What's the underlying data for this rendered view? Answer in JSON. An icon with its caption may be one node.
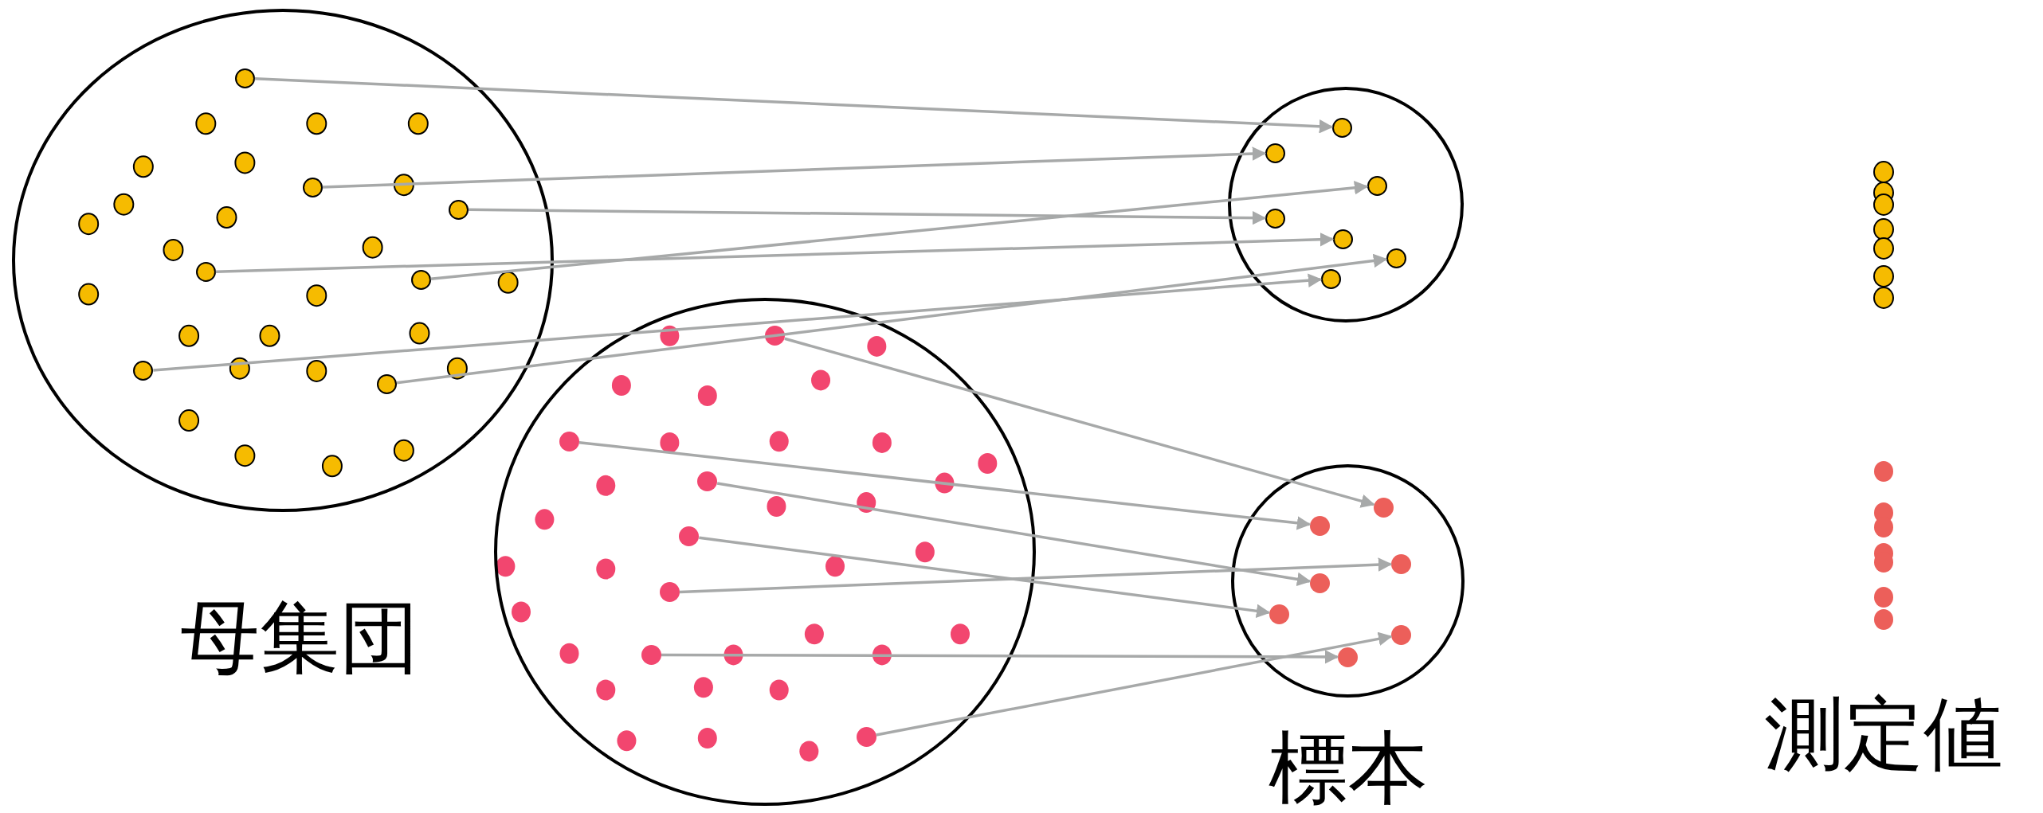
{
  "diagram": {
    "nodes": [
      {
        "text": [],
        "shape": "ellipse"
      },
      {
        "text": [],
        "shape": "circle",
        "in": 0
      },
      {
        "text": [],
        "shape": "circle",
        "in": 0
      },
      {
        "text": [],
        "shape": "circle",
        "in": 0
      },
      {
        "text": [],
        "shape": "circle",
        "in": 0
      },
      {
        "text": [],
        "shape": "circle",
        "in": 0
      },
      {
        "text": [],
        "shape": "circle",
        "in": 0
      },
      {
        "text": [],
        "shape": "circle",
        "in": 0
      },
      {
        "text": [],
        "shape": "circle"
      },
      {
        "text": [],
        "shape": "circle",
        "in": 8
      },
      {
        "text": [],
        "shape": "circle",
        "in": 8
      },
      {
        "text": [],
        "shape": "circle",
        "in": 8
      },
      {
        "text": [],
        "shape": "circle",
        "in": 8
      },
      {
        "text": [],
        "shape": "circle",
        "in": 8
      },
      {
        "text": [],
        "shape": "circle",
        "in": 8
      },
      {
        "text": [],
        "shape": "circle",
        "in": 8
      },
      {
        "text": [],
        "shape": "ellipse"
      },
      {
        "text": [],
        "shape": "circle",
        "in": 16
      },
      {
        "text": [],
        "shape": "circle",
        "in": 16
      },
      {
        "text": [],
        "shape": "circle",
        "in": 16
      },
      {
        "text": [],
        "shape": "circle",
        "in": 16
      },
      {
        "text": [],
        "shape": "circle",
        "in": 16
      },
      {
        "text": [],
        "shape": "circle",
        "in": 16
      },
      {
        "text": [],
        "shape": "circle",
        "in": 16
      },
      {
        "text": [],
        "shape": "circle"
      },
      {
        "text": [],
        "shape": "circle",
        "in": 24
      },
      {
        "text": [],
        "shape": "circle",
        "in": 24
      },
      {
        "text": [],
        "shape": "circle",
        "in": 24
      },
      {
        "text": [],
        "shape": "circle",
        "in": 24
      },
      {
        "text": [],
        "shape": "circle",
        "in": 24
      },
      {
        "text": [],
        "shape": "circle",
        "in": 24
      },
      {
        "text": [],
        "shape": "circle",
        "in": 24
      }
    ],
    "edges": [
      {
        "from": 1,
        "to": 9,
        "arrow": "to"
      },
      {
        "from": 2,
        "to": 10,
        "arrow": "to"
      },
      {
        "from": 3,
        "to": 12,
        "arrow": "to"
      },
      {
        "from": 4,
        "to": 13,
        "arrow": "to"
      },
      {
        "from": 5,
        "to": 11,
        "arrow": "to"
      },
      {
        "from": 6,
        "to": 15,
        "arrow": "to"
      },
      {
        "from": 7,
        "to": 14,
        "arrow": "to"
      },
      {
        "from": 17,
        "to": 25,
        "arrow": "to"
      },
      {
        "from": 18,
        "to": 26,
        "arrow": "to"
      },
      {
        "from": 19,
        "to": 28,
        "arrow": "to"
      },
      {
        "from": 20,
        "to": 27,
        "arrow": "to"
      },
      {
        "from": 21,
        "to": 29,
        "arrow": "to"
      },
      {
        "from": 22,
        "to": 31,
        "arrow": "to"
      },
      {
        "from": 23,
        "to": 30,
        "arrow": "to"
      }
    ],
    "labels": [
      "母集団",
      "標本",
      "測定値"
    ]
  }
}
